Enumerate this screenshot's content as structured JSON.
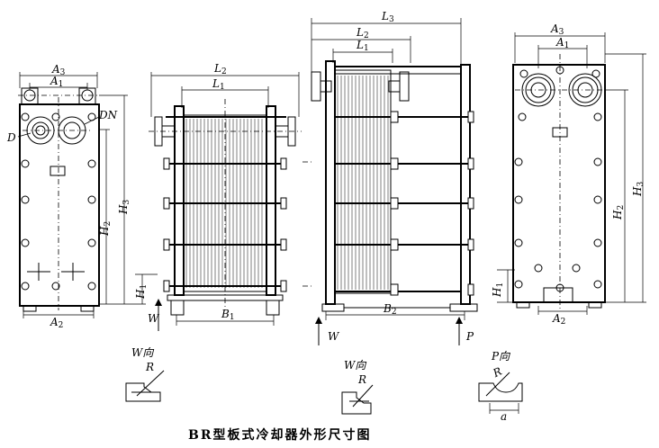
{
  "caption": "BR型板式冷却器外形尺寸图",
  "left_view": {
    "labels": {
      "A3": "A",
      "A3_sub": "3",
      "A1": "A",
      "A1_sub": "1",
      "A2": "A",
      "A2_sub": "2",
      "D": "D",
      "DN": "DN",
      "H1": "H",
      "H1_sub": "1",
      "H2": "H",
      "H2_sub": "2",
      "H3": "H",
      "H3_sub": "3"
    }
  },
  "front_view": {
    "labels": {
      "L2": "L",
      "L2_sub": "2",
      "L1": "L",
      "L1_sub": "1",
      "B1": "B",
      "B1_sub": "1",
      "W": "W"
    }
  },
  "side_view": {
    "labels": {
      "L3": "L",
      "L3_sub": "3",
      "L2": "L",
      "L2_sub": "2",
      "L1": "L",
      "L1_sub": "1",
      "B2": "B",
      "B2_sub": "2",
      "W": "W",
      "P": "P"
    }
  },
  "right_view": {
    "labels": {
      "A3": "A",
      "A3_sub": "3",
      "A1": "A",
      "A1_sub": "1",
      "A2": "A",
      "A2_sub": "2",
      "H1": "H",
      "H1_sub": "1",
      "H2": "H",
      "H2_sub": "2",
      "H3": "H",
      "H3_sub": "3"
    }
  },
  "details": {
    "w_detail_1": {
      "title": "W向",
      "r": "R"
    },
    "w_detail_2": {
      "title": "W向",
      "r": "R"
    },
    "p_detail": {
      "title": "P向",
      "r": "R",
      "a": "a"
    }
  }
}
